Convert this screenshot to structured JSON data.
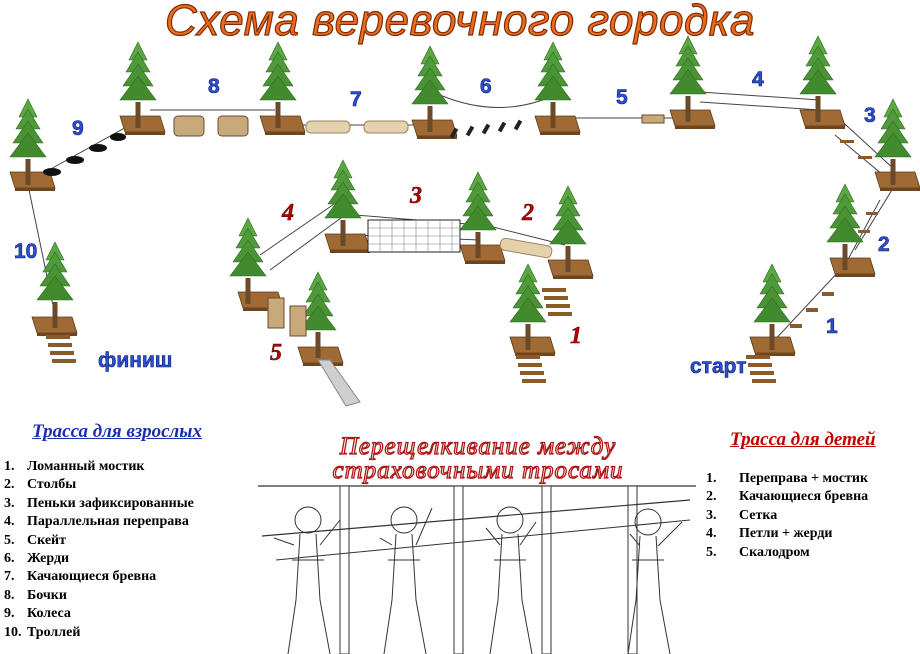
{
  "title": "Схема веревочного городка",
  "diagram": {
    "adult_station_numbers": [
      "1",
      "2",
      "3",
      "4",
      "5",
      "6",
      "7",
      "8",
      "9",
      "10"
    ],
    "kids_station_numbers": [
      "1",
      "2",
      "3",
      "4",
      "5"
    ],
    "start_label": "старт",
    "finish_label": "финиш"
  },
  "adult_route": {
    "title": "Трасса для взрослых",
    "items": [
      {
        "num": "1.",
        "text": "Ломанный мостик"
      },
      {
        "num": "2.",
        "text": "Столбы"
      },
      {
        "num": "3.",
        "text": "Пеньки зафиксированные"
      },
      {
        "num": "4.",
        "text": "Параллельная переправа"
      },
      {
        "num": "5.",
        "text": "Скейт"
      },
      {
        "num": "6.",
        "text": "Жерди"
      },
      {
        "num": "7.",
        "text": "Качающиеся бревна"
      },
      {
        "num": "8.",
        "text": "Бочки"
      },
      {
        "num": "9.",
        "text": "Колеса"
      },
      {
        "num": "10.",
        "text": "Троллей"
      }
    ]
  },
  "kids_route": {
    "title": "Трасса для детей",
    "items": [
      {
        "num": "1.",
        "text": "Переправа + мостик"
      },
      {
        "num": "2.",
        "text": "Качающиеся бревна"
      },
      {
        "num": "3.",
        "text": "Сетка"
      },
      {
        "num": "4.",
        "text": "Петли + жерди"
      },
      {
        "num": "5.",
        "text": "Скалодром"
      }
    ]
  },
  "carabiner_section": {
    "title_line1": "Перещелкивание между",
    "title_line2": "страховочными тросами"
  },
  "colors": {
    "title_orange": "#f06a1c",
    "adult_blue": "#1a2fb0",
    "kids_red": "#c00000",
    "platform_brown": "#8b5a2b",
    "tree_green": "#4f9a3a"
  }
}
